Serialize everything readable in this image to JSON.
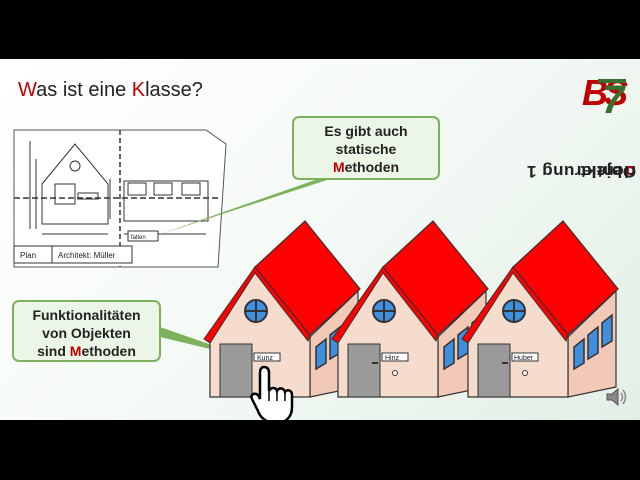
{
  "title": {
    "part1_red": "W",
    "part1": "as ist eine ",
    "part2_red": "K",
    "part2": "lasse?"
  },
  "side_title": {
    "pre": "Objekt",
    "red": "o",
    "post": "rientierung 1"
  },
  "logo_text": "BS7",
  "plan": {
    "label_plan": "Plan",
    "label_architect": "Architekt: Müller",
    "label_fold": "falten"
  },
  "callout_static": {
    "line1": "Es gibt auch",
    "line2": "statische",
    "line3_red": "M",
    "line3": "ethoden"
  },
  "callout_methods": {
    "line1": "Funktionalitäten",
    "line2": "von Objekten",
    "line3_pre": "sind  ",
    "line3_red": "M",
    "line3": "ethoden"
  },
  "houses": [
    {
      "name": "Kunz"
    },
    {
      "name": "Hinz"
    },
    {
      "name": "Huber"
    }
  ],
  "colors": {
    "accent_red": "#c00000",
    "roof_red": "#ff0000",
    "callout_border": "#7cb25c",
    "callout_fill": "#ecf6e6",
    "wall": "#f5d7c8",
    "door": "#9a9a9a"
  },
  "icons": [
    "hand-pointer-icon",
    "speaker-icon",
    "round-window-icon"
  ]
}
